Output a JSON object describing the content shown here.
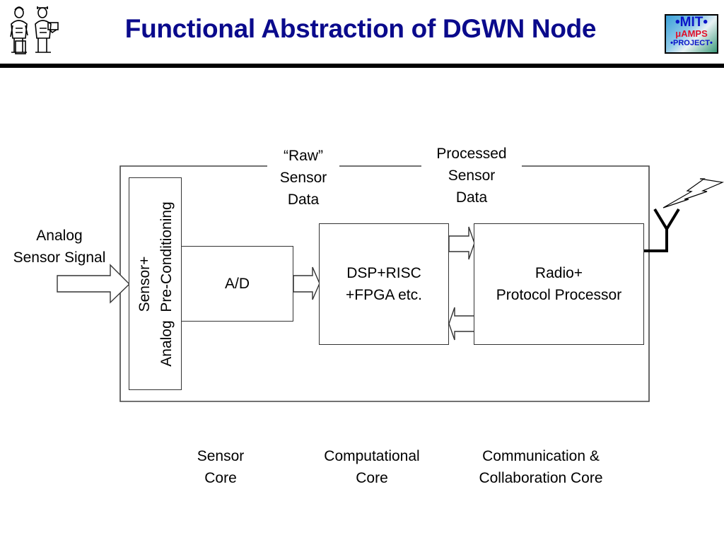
{
  "header": {
    "title": "Functional Abstraction of DGWN Node",
    "left_logo": "mit-scholars-logo",
    "right_logo": {
      "line1": "•MIT•",
      "line2": "μAMPS",
      "line3": "•PROJECT•"
    }
  },
  "diagram": {
    "input_label": [
      "Analog",
      "Sensor Signal"
    ],
    "raw_data_label": [
      "“Raw”",
      "Sensor",
      "Data"
    ],
    "processed_data_label": [
      "Processed",
      "Sensor",
      "Data"
    ],
    "blocks": {
      "preconditioning": [
        "Sensor+",
        "Analog  Pre-Conditioning"
      ],
      "adc": "A/D",
      "processor": [
        "DSP+RISC",
        "+FPGA etc."
      ],
      "radio": [
        "Radio+",
        "Protocol Processor"
      ]
    },
    "cores": [
      {
        "line1": "Sensor",
        "line2": "Core"
      },
      {
        "line1": "Computational",
        "line2": "Core"
      },
      {
        "line1": "Communication &",
        "line2": "Collaboration Core"
      }
    ],
    "icons": {
      "antenna": "antenna-icon",
      "wireless": "lightning-bolt-icon"
    }
  }
}
